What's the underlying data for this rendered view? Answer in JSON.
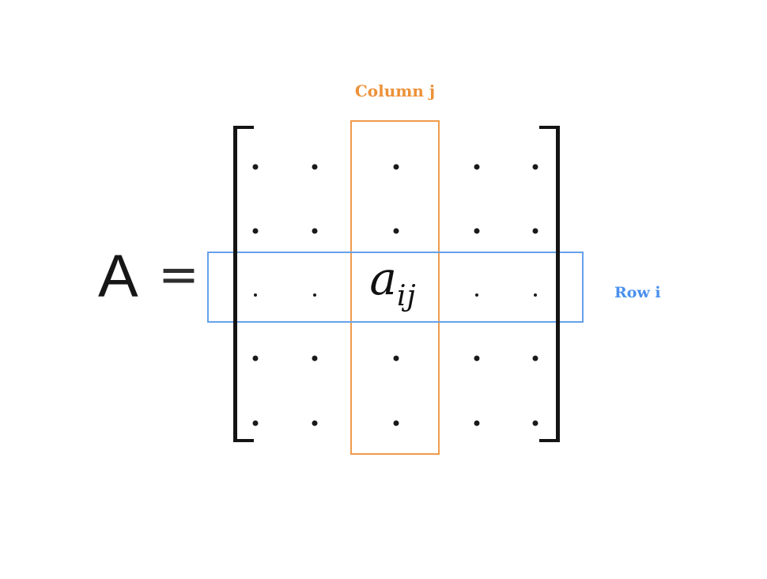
{
  "equation": {
    "lhs": "A",
    "relation": "="
  },
  "matrix": {
    "rows": 5,
    "cols": 5,
    "element": {
      "base": "a",
      "subscript": "ij",
      "row": 3,
      "col": 3
    }
  },
  "annotations": {
    "column": {
      "label": "Column j",
      "text_color": "#ED9138",
      "box_color": "#F09B4C",
      "col": 3
    },
    "row": {
      "label": "Row i",
      "text_color": "#4A90EE",
      "box_color": "#66A1EC",
      "row": 3
    }
  },
  "colors": {
    "background": "#ffffff",
    "bracket": "#141414",
    "dot": "#1a1a1a",
    "equation_text": "#161616"
  }
}
